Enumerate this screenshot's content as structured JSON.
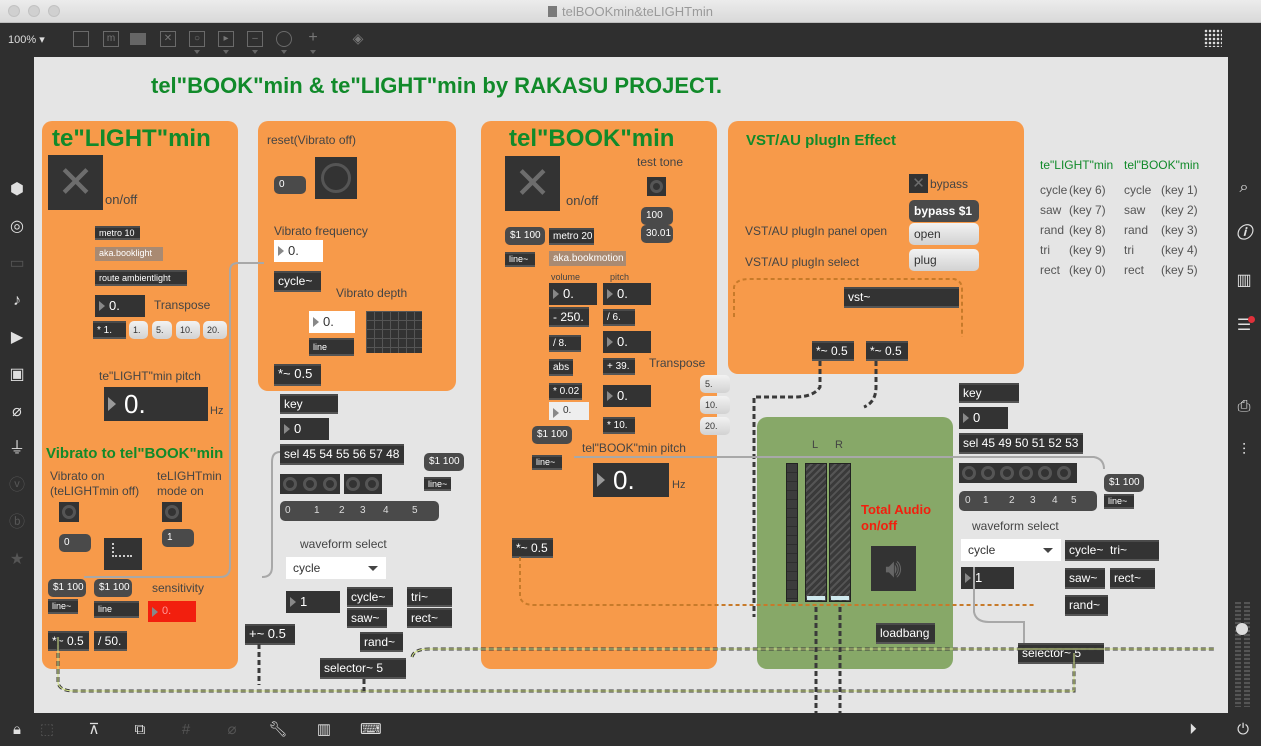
{
  "window": {
    "title": "telBOOKmin&teLIGHTmin"
  },
  "toolbar": {
    "zoom": "100%"
  },
  "header": {
    "title": "tel\"BOOK\"min & te\"LIGHT\"min   by RAKASU PROJECT."
  },
  "colors": {
    "panel": "#f79a4a",
    "green_title": "#118a2a",
    "audio_panel": "#87a868",
    "alert": "#f21f0e",
    "canvas": "#e5e5e5"
  },
  "light": {
    "title": "te\"LIGHT\"min",
    "onoff": "on/off",
    "metro": "metro 10",
    "aka": "aka.booklight",
    "route": "route ambientlight",
    "transpose_value": "0.",
    "transpose_label": "Transpose",
    "mult": "* 1.",
    "presets": [
      "1.",
      "5.",
      "10.",
      "20."
    ],
    "pitch_label": "te\"LIGHT\"min pitch",
    "pitch_value": "0.",
    "hz": "Hz",
    "vib_title": "Vibrato to tel\"BOOK\"min",
    "vib_on_label": "Vibrato on\n(teLIGHTmin off)",
    "mode_label": "teLIGHTmin\nmode on",
    "msg0": "0",
    "msg1": "1",
    "ramp1": "$1 100",
    "ramp2": "$1 100",
    "line_sig": "line~",
    "line": "line",
    "sens_label": "sensitivity",
    "sens_value": "0.",
    "mul": "*~ 0.5",
    "div": "/ 50."
  },
  "vibrato": {
    "reset_label": "reset(Vibrato off)",
    "reset_msg": "0",
    "freq_label": "Vibrato frequency",
    "freq_value": "0.",
    "cycle": "cycle~",
    "depth_label": "Vibrato depth",
    "depth_value": "0.",
    "line": "line",
    "mul": "*~ 0.5"
  },
  "light_wave": {
    "key": "key",
    "key_value": "0",
    "sel": "sel 45 54 55 56 57 48",
    "ramp": "$1 100",
    "line": "line~",
    "radio": [
      "0",
      "1",
      "2",
      "3",
      "4",
      "5"
    ],
    "label": "waveform select",
    "menu": "cycle",
    "num": "1",
    "add": "+~ 0.5",
    "osc": [
      "cycle~",
      "tri~",
      "saw~",
      "rect~",
      "rand~"
    ],
    "selector": "selector~ 5"
  },
  "book": {
    "title": "tel\"BOOK\"min",
    "onoff": "on/off",
    "test_tone": "test tone",
    "msg100": "100",
    "msg3001": "30.01",
    "ramp": "$1 100",
    "metro": "metro 20",
    "line": "line~",
    "aka": "aka.bookmotion",
    "volume_label": "volume",
    "pitch_label": "pitch",
    "vol_value": "0.",
    "pitch_value": "0.",
    "minus": "- 250.",
    "div6": "/ 6.",
    "div8": "/ 8.",
    "p2": "0.",
    "abs": "abs",
    "plus39": "+ 39.",
    "transpose_label": "Transpose",
    "mul002": "* 0.02",
    "p3": "0.",
    "small": "0.",
    "presets": [
      "5.",
      "10.",
      "20."
    ],
    "ramp2": "$1 100",
    "mul10": "* 10.",
    "line2": "line~",
    "bpitch_label": "tel\"BOOK\"min pitch",
    "bpitch_value": "0.",
    "hz": "Hz",
    "mul": "*~ 0.5"
  },
  "vst": {
    "title": "VST/AU plugIn Effect",
    "bypass_label": "bypass",
    "bypass_msg": "bypass $1",
    "open_label": "VST/AU plugIn panel open",
    "open_msg": "open",
    "select_label": "VST/AU plugIn select",
    "plug_msg": "plug",
    "vst": "vst~",
    "mulL": "*~ 0.5",
    "mulR": "*~ 0.5"
  },
  "legend": {
    "col1_title": "te\"LIGHT\"min",
    "col2_title": "tel\"BOOK\"min",
    "rows": [
      {
        "w1": "cycle",
        "k1": "(key 6)",
        "w2": "cycle",
        "k2": "(key 1)"
      },
      {
        "w1": "saw",
        "k1": "(key 7)",
        "w2": "saw",
        "k2": "(key 2)"
      },
      {
        "w1": "rand",
        "k1": "(key 8)",
        "w2": "rand",
        "k2": "(key 3)"
      },
      {
        "w1": "tri",
        "k1": "(key 9)",
        "w2": "tri",
        "k2": "(key 4)"
      },
      {
        "w1": "rect",
        "k1": "(key 0)",
        "w2": "rect",
        "k2": "(key 5)"
      }
    ]
  },
  "audio": {
    "L": "L",
    "R": "R",
    "label": "Total Audio\non/off",
    "loadbang": "loadbang"
  },
  "book_wave": {
    "key": "key",
    "key_value": "0",
    "sel": "sel 45 49 50 51 52 53",
    "radio": [
      "0",
      "1",
      "2",
      "3",
      "4",
      "5"
    ],
    "ramp": "$1 100",
    "line": "line~",
    "label": "waveform select",
    "menu": "cycle",
    "num": "1",
    "osc": [
      "cycle~",
      "tri~",
      "saw~",
      "rect~",
      "rand~"
    ],
    "selector": "selector~ 5"
  },
  "sidebar_left": [
    "package-icon",
    "target-icon",
    "media-icon",
    "music-icon",
    "video-icon",
    "image-icon",
    "clip-icon",
    "plugin-icon",
    "v-icon",
    "b-icon",
    "star-icon"
  ],
  "sidebar_right": [
    "search-icon",
    "info-icon",
    "book-icon",
    "list-icon",
    "snapshot-icon",
    "mixer-icon"
  ]
}
